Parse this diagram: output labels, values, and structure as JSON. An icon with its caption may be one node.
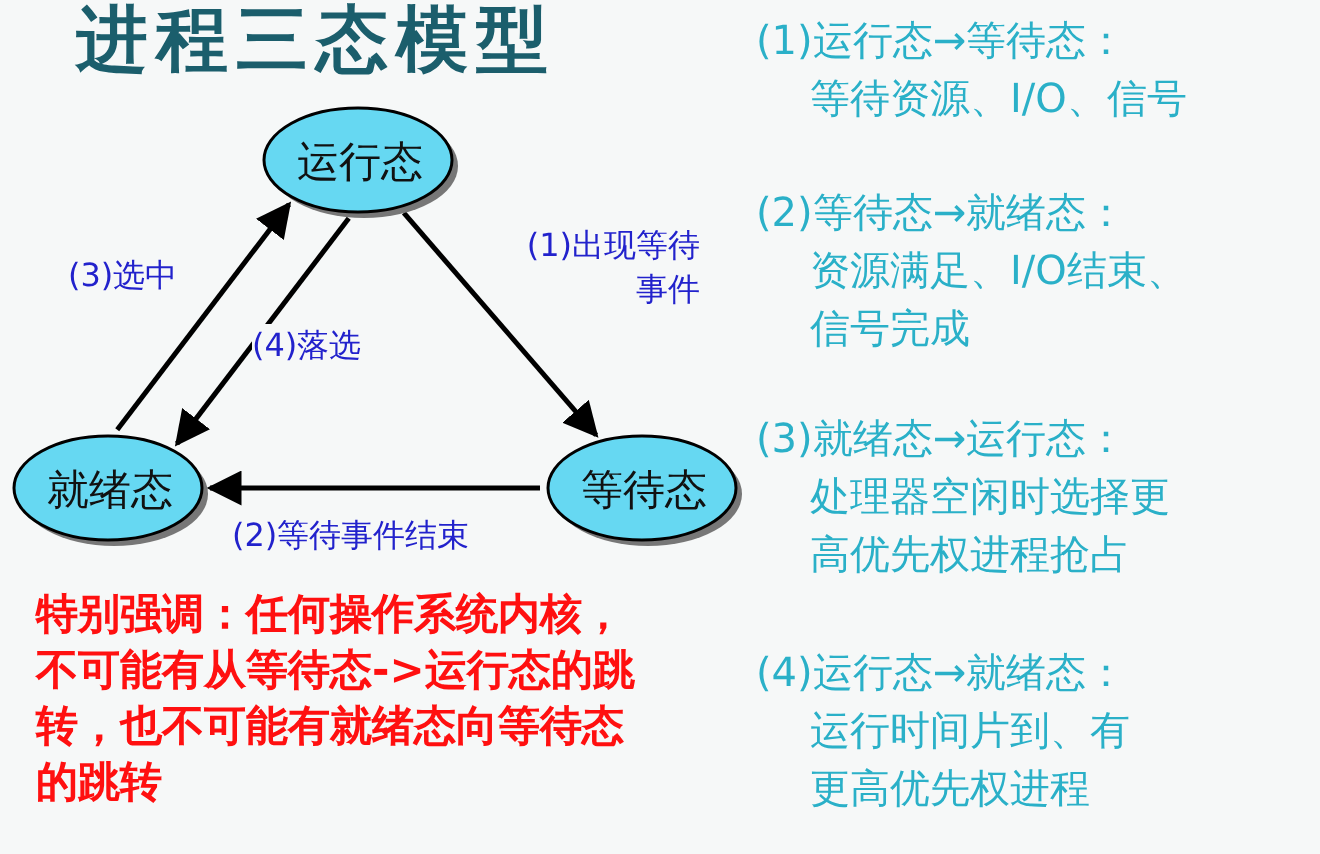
{
  "diagram": {
    "title": "进程三态模型",
    "nodes": [
      {
        "text": [
          "运行态"
        ]
      },
      {
        "text": [
          "就绪态"
        ]
      },
      {
        "text": [
          "等待态"
        ]
      }
    ],
    "edges": [
      {
        "from": 0,
        "to": 2,
        "arrow": "to",
        "label": "(1)出现等待事件"
      },
      {
        "from": 2,
        "to": 1,
        "arrow": "to",
        "label": "(2)等待事件结束"
      },
      {
        "from": 1,
        "to": 0,
        "arrow": "to",
        "label": "(3)选中"
      },
      {
        "from": 0,
        "to": 1,
        "arrow": "to",
        "label": "(4)落选"
      }
    ],
    "labels": [
      "(1)运行态→等待态：",
      "等待资源、I/O、信号",
      "(2)等待态→就绪态：",
      "资源满足、I/O结束、信号完成",
      "(3)就绪态→运行态：",
      "处理器空闲时选择更高优先权进程抢占",
      "(4)运行态→就绪态：",
      "运行时间片到、有更高优先权进程",
      "特别强调：任何操作系统内核，不可能有从等待态->运行态的跳转，也不可能有就绪态向等待态的跳转"
    ]
  }
}
